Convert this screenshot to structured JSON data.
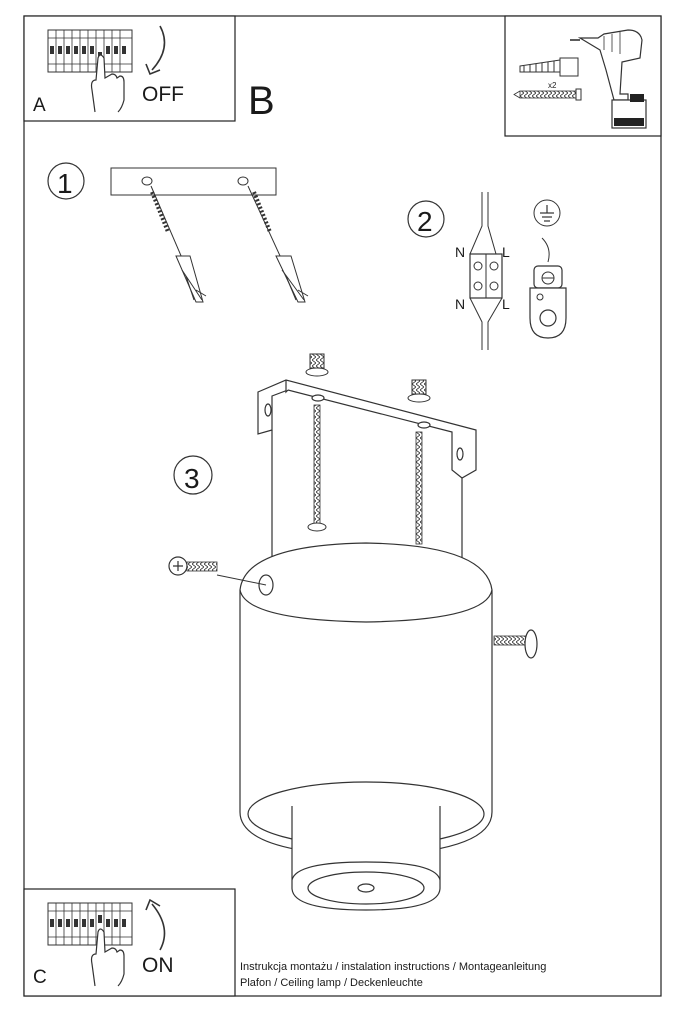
{
  "panels": {
    "a": {
      "letter": "A",
      "action": "OFF"
    },
    "b": {
      "letter": "B"
    },
    "c": {
      "letter": "C",
      "action": "ON"
    },
    "tools": {
      "count_label": "x2"
    }
  },
  "steps": {
    "one": "1",
    "two": "2",
    "three": "3"
  },
  "wiring": {
    "n_top": "N",
    "l_top": "L",
    "n_bottom": "N",
    "l_bottom": "L"
  },
  "icons": {
    "breaker": "circuit-breaker-icon",
    "hand": "hand-icon",
    "arrow_down": "arrow-down-icon",
    "arrow_up": "arrow-up-icon",
    "drill": "drill-icon",
    "ground": "ground-icon"
  },
  "footer": {
    "line1": "Instrukcja montażu / instalation instructions / Montageanleitung",
    "line2": "Plafon / Ceiling lamp / Deckenleuchte"
  }
}
